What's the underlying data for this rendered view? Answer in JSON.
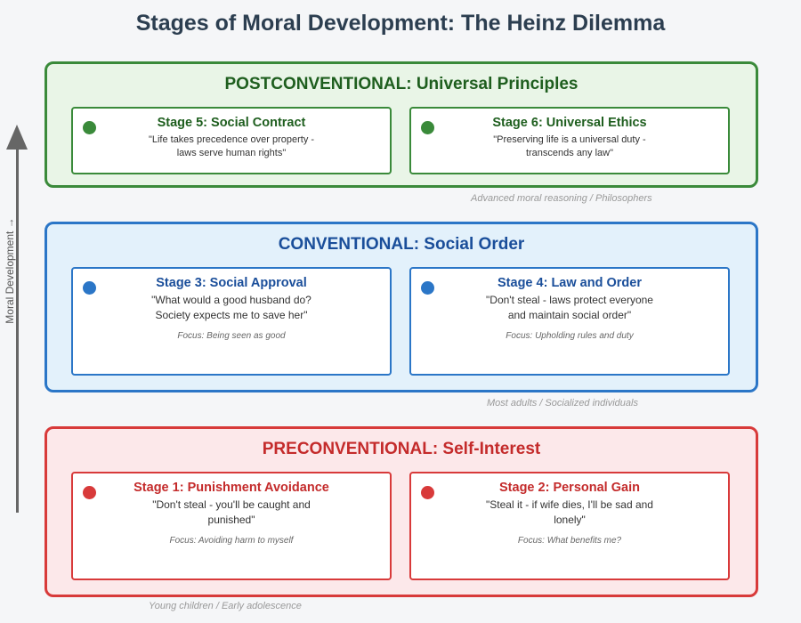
{
  "title": "Stages of Moral Development: The Heinz Dilemma",
  "axis_label": "Moral Development →",
  "levels": {
    "post": {
      "title": "POSTCONVENTIONAL: Universal Principles",
      "note": "Advanced moral reasoning / Philosophers",
      "color": "#3a8a3a",
      "stages": [
        {
          "title": "Stage 5: Social Contract",
          "quote": "\"Life takes precedence over property - laws serve human rights\""
        },
        {
          "title": "Stage 6: Universal Ethics",
          "quote": "\"Preserving life is a universal duty - transcends any law\""
        }
      ]
    },
    "conv": {
      "title": "CONVENTIONAL: Social Order",
      "note": "Most adults / Socialized individuals",
      "color": "#2b76c7",
      "stages": [
        {
          "title": "Stage 3: Social Approval",
          "quote": "\"What would a good husband do? Society expects me to save her\"",
          "focus": "Focus: Being seen as good"
        },
        {
          "title": "Stage 4: Law and Order",
          "quote": "\"Don't steal - laws protect everyone and maintain social order\"",
          "focus": "Focus: Upholding rules and duty"
        }
      ]
    },
    "pre": {
      "title": "PRECONVENTIONAL: Self-Interest",
      "note": "Young children / Early adolescence",
      "color": "#d83a3a",
      "stages": [
        {
          "title": "Stage 1: Punishment Avoidance",
          "quote": "\"Don't steal - you'll be caught and punished\"",
          "focus": "Focus: Avoiding harm to myself"
        },
        {
          "title": "Stage 2: Personal Gain",
          "quote": "\"Steal it - if wife dies, I'll be sad and lonely\"",
          "focus": "Focus: What benefits me?"
        }
      ]
    }
  }
}
